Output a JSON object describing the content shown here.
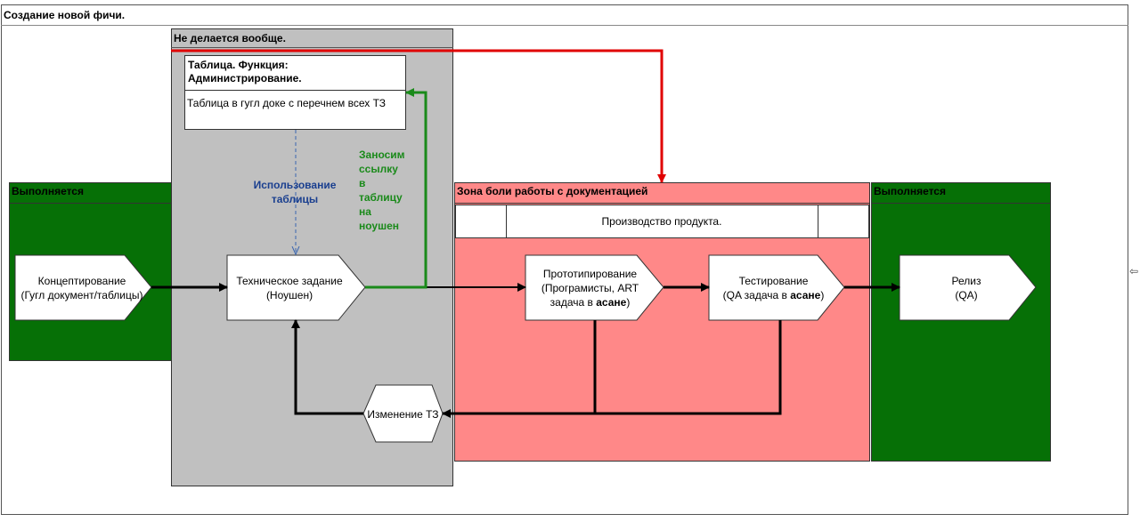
{
  "title": "Создание новой фичи.",
  "lanes": {
    "gray": "Не делается вообще.",
    "green_left": "Выполняется",
    "pink": "Зона боли работы с документацией",
    "green_right": "Выполняется"
  },
  "table_box": {
    "title_line1": "Таблица. Функция:",
    "title_line2": "Администрирование.",
    "body": "Таблица в гугл доке с перечнем всех ТЗ"
  },
  "product_row": "Производство продукта.",
  "nodes": {
    "concept": {
      "line1": "Концептирование",
      "line2": "(Гугл документ/таблицы)"
    },
    "tz": {
      "line1": "Техническое задание",
      "line2": "(Ноушен)"
    },
    "proto": {
      "line1": "Прототипирование",
      "line2": "(Програмисты, ART",
      "line3_pre": "задача в ",
      "line3_bold": "асане",
      "line3_post": ")"
    },
    "test": {
      "line1": "Тестирование",
      "line2_pre": "(QA задача в ",
      "line2_bold": "асане",
      "line2_post": ")"
    },
    "release": {
      "line1": "Релиз",
      "line2": "(QA)"
    },
    "change": {
      "label": "Изменение ТЗ"
    }
  },
  "annotations": {
    "usage": [
      "Использование",
      "таблицы"
    ],
    "link": [
      "Заносим",
      "ссылку",
      "в",
      "таблицу",
      "на",
      "ноушен"
    ]
  },
  "colors": {
    "green_lane": "#067006",
    "pink_lane": "#ff8888",
    "gray_lane": "#c0c0c0",
    "red_arrow": "#e00000",
    "green_arrow": "#1a8a1a",
    "blue_dashed": "#3a66b0"
  },
  "right_marker": "⇦"
}
